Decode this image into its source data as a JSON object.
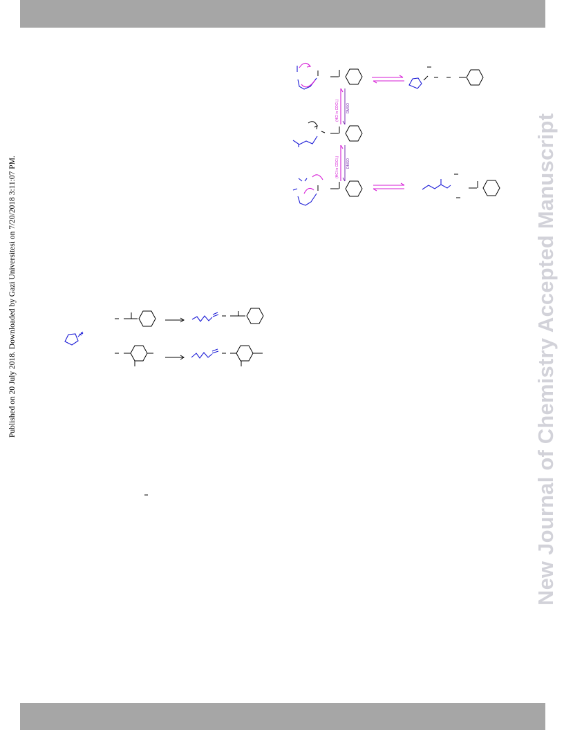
{
  "header": {
    "bar_color": "#a6a6a6"
  },
  "footer": {
    "bar_color": "#a6a6a6"
  },
  "side_note": "Published on 20 July 2018. Downloaded by Gazi Universitesi on 7/20/2018 3:11:07 PM.",
  "watermark": "New Journal of Chemistry Accepted Manuscript",
  "scheme": {
    "label_hcl": "(HCl in CDCl₃)",
    "label_dmso": "DMSO"
  },
  "colors": {
    "arrow_magenta": "#d61ad6",
    "fragment_blue": "#1a1ad6",
    "watermark_gray": "#d2d2d9"
  }
}
